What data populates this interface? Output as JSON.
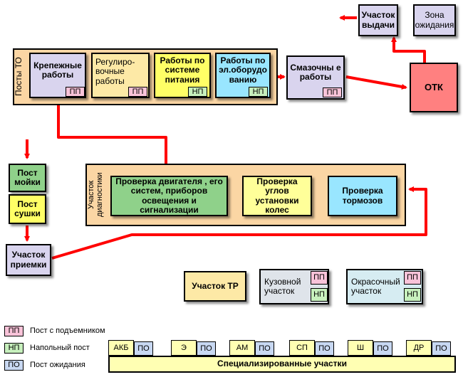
{
  "posts_to": {
    "label": "Посты ТО",
    "boxes": [
      {
        "label": "Крепежные работы",
        "tag": "ПП"
      },
      {
        "label": "Регулиро-вочные работы",
        "tag": "ПП"
      },
      {
        "label": "Работы по системе питания",
        "tag": "НП"
      },
      {
        "label": "Работы по эл.оборудо ванию",
        "tag": "НП"
      }
    ]
  },
  "lubrication": {
    "label": "Смазочны е работы",
    "tag": "ПП"
  },
  "otk": {
    "label": "ОТК"
  },
  "issue": {
    "label": "Участок выдачи"
  },
  "waiting_zone": {
    "label": "Зона ожидания"
  },
  "washing": {
    "label": "Пост мойки"
  },
  "drying": {
    "label": "Пост сушки"
  },
  "reception": {
    "label": "Участок приемки"
  },
  "diagnostics": {
    "label": "Участок диагностики",
    "engine": "Проверка двигателя , его систем, приборов освещения и сигнализации",
    "wheels": "Проверка углов установки колес",
    "brakes": "Проверка тормозов"
  },
  "tr": {
    "label": "Участок ТР"
  },
  "body_shop": {
    "label": "Кузовной участок",
    "tag_top": "ПП",
    "tag_bottom": "НП"
  },
  "paint_shop": {
    "label": "Окрасочный участок",
    "tag_top": "ПП",
    "tag_bottom": "НП"
  },
  "legend": [
    {
      "tag": "ПП",
      "text": "Пост с подъемником"
    },
    {
      "tag": "НП",
      "text": "Напольный пост"
    },
    {
      "tag": "ПО",
      "text": "Пост ожидания"
    }
  ],
  "specialized": {
    "label": "Специализированные участки",
    "groups": [
      {
        "name": "АКБ",
        "po": "ПО"
      },
      {
        "name": "Э",
        "po": "ПО"
      },
      {
        "name": "АМ",
        "po": "ПО"
      },
      {
        "name": "СП",
        "po": "ПО"
      },
      {
        "name": "Ш",
        "po": "ПО"
      },
      {
        "name": "ДР",
        "po": "ПО"
      }
    ]
  },
  "colors": {
    "arrow": "#ff0000",
    "posts_frame": "#fbd6a4",
    "otk": "#ff8080",
    "lavender": "#d9d4ee",
    "yellow": "#ffff66",
    "cyan": "#99e6ff",
    "green": "#8fd18a",
    "light_yellow": "#ffff99",
    "cream": "#fde9a6",
    "spec_bar": "#ffffb3"
  }
}
